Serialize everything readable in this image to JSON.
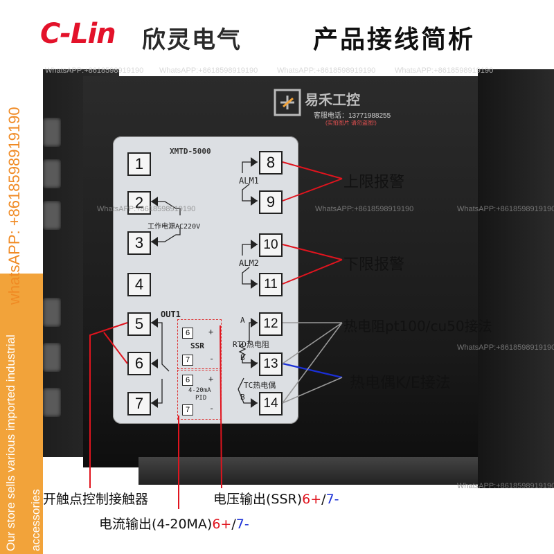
{
  "header": {
    "brand_logo": "C-Lin",
    "brand_cn": "欣灵电气",
    "title": "产品接线简析"
  },
  "watermark": {
    "store_cn": "易禾工控",
    "service_phone": "客服电话：13771988255",
    "note": "(实拍图片 请勿盗图!)",
    "whatsapp_short": "WhatsAPP:+8618598919190",
    "whatsapp_side": "whatsAPP: +8618598919190"
  },
  "side_band": {
    "line1": "Our store sells various imported industrial",
    "line2": "accessories"
  },
  "panel": {
    "model": "XMTD-5000",
    "terminals": [
      "1",
      "2",
      "3",
      "4",
      "5",
      "6",
      "7",
      "8",
      "9",
      "10",
      "11",
      "12",
      "13",
      "14"
    ],
    "power_label": "工作电源AC220V",
    "alm1": "ALM1",
    "alm2": "ALM2",
    "out1": "OUT1",
    "ssr": "SSR",
    "pid_current": "4-20mA",
    "pid": "PID",
    "rtd": "RTD热电阻",
    "tc": "TC热电偶",
    "a": "A",
    "b1": "B",
    "b2": "B",
    "sub6a": "6",
    "sub7a": "7",
    "sub6b": "6",
    "sub7b": "7",
    "plus": "+",
    "minus": "-"
  },
  "annotations": {
    "upper_alarm": "上限报警",
    "lower_alarm": "下限报警",
    "rtd_wiring": "热电阻pt100/cu50接法",
    "tc_wiring": "热电偶K/E接法",
    "contact_control": "开触点控制接触器",
    "voltage_output_prefix": "电压输出(SSR)",
    "current_output_prefix": "电流输出(4-20MA)",
    "plus_part": "6+",
    "slash": "/",
    "minus_part": "7-"
  },
  "colors": {
    "brand_red": "#e3122a",
    "arrow_red": "#e0141e",
    "arrow_blue": "#1a2fd6",
    "side_orange": "#f2a33a"
  }
}
